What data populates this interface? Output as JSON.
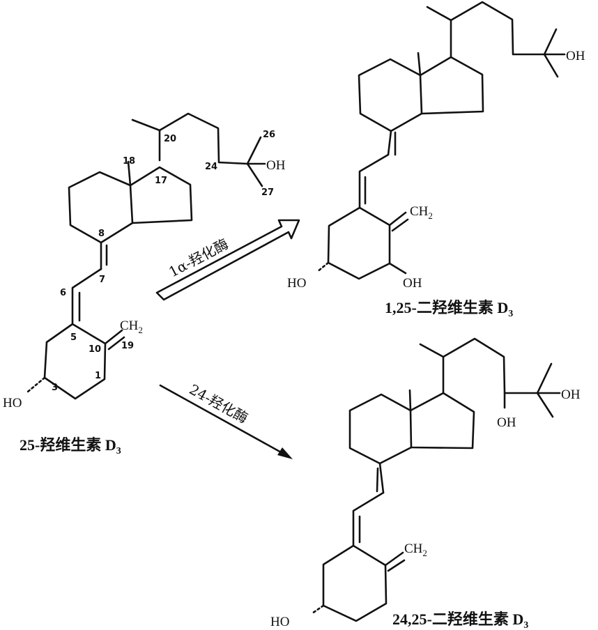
{
  "compounds": {
    "substrate": {
      "name": "25-羟维生素 D",
      "subscript": "3",
      "atoms": {
        "oh_tail": "OH",
        "ho_ring": "HO",
        "ch2": "CH",
        "ch2_sub": "2"
      },
      "carbon_numbers": [
        "26",
        "27",
        "24",
        "20",
        "18",
        "17",
        "8",
        "7",
        "6",
        "5",
        "10",
        "19",
        "3",
        "1"
      ]
    },
    "product_1": {
      "name": "1,25-二羟维生素 D",
      "subscript": "3",
      "atoms": {
        "oh_tail": "OH",
        "ho_ring": "HO",
        "oh_ring": "OH",
        "ch2": "CH",
        "ch2_sub": "2"
      }
    },
    "product_2": {
      "name": "24,25-二羟维生素 D",
      "subscript": "3",
      "atoms": {
        "oh_tail": "OH",
        "oh_24": "OH",
        "ho_ring": "HO",
        "ch2": "CH",
        "ch2_sub": "2"
      }
    }
  },
  "reactions": [
    {
      "enzyme": "1α-羟化酶",
      "from": "25-羟维生素 D3",
      "to": "1,25-二羟维生素 D3",
      "arrow": "open-block-arrow"
    },
    {
      "enzyme": "24-羟化酶",
      "from": "25-羟维生素 D3",
      "to": "24,25-二羟维生素 D3",
      "arrow": "line-arrow"
    }
  ]
}
